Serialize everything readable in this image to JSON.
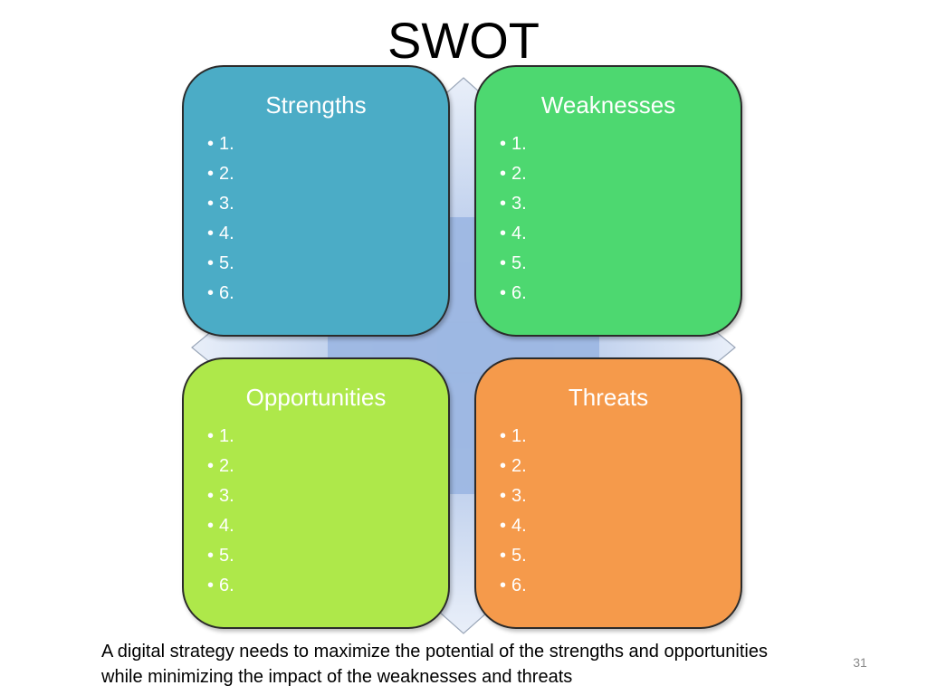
{
  "slide": {
    "title": "SWOT",
    "caption": "A digital strategy needs to maximize the potential of the strengths and opportunities while minimizing the impact of the weaknesses and threats",
    "page_number": "31"
  },
  "colors": {
    "strengths": "#4bacc6",
    "weaknesses": "#4dd870",
    "opportunities": "#aee84a",
    "threats": "#f59a4b",
    "backdrop": "#9db7e3"
  },
  "quadrants": {
    "strengths": {
      "title": "Strengths",
      "items": [
        "1.",
        "2.",
        "3.",
        "4.",
        "5.",
        "6."
      ]
    },
    "weaknesses": {
      "title": "Weaknesses",
      "items": [
        "1.",
        "2.",
        "3.",
        "4.",
        "5.",
        "6."
      ]
    },
    "opportunities": {
      "title": "Opportunities",
      "items": [
        "1.",
        "2.",
        "3.",
        "4.",
        "5.",
        "6."
      ]
    },
    "threats": {
      "title": "Threats",
      "items": [
        "1.",
        "2.",
        "3.",
        "4.",
        "5.",
        "6."
      ]
    }
  }
}
